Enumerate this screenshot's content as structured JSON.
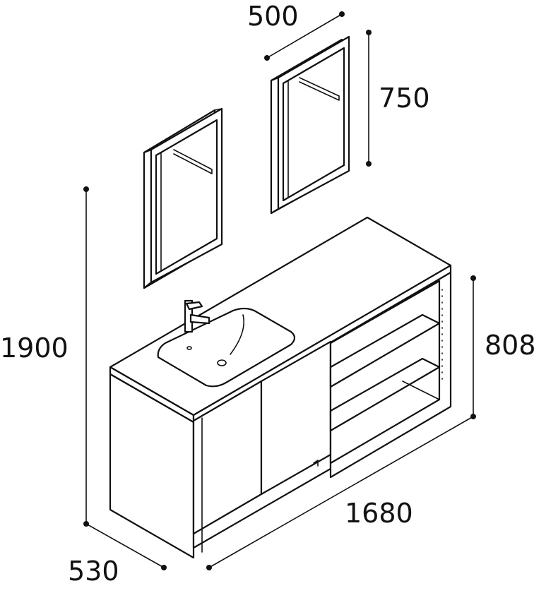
{
  "dimensions": {
    "mirror_width": "500",
    "mirror_height": "750",
    "total_height": "1900",
    "counter_height": "808",
    "total_width": "1680",
    "depth": "530"
  },
  "colors": {
    "line": "#111111",
    "background": "#ffffff"
  }
}
